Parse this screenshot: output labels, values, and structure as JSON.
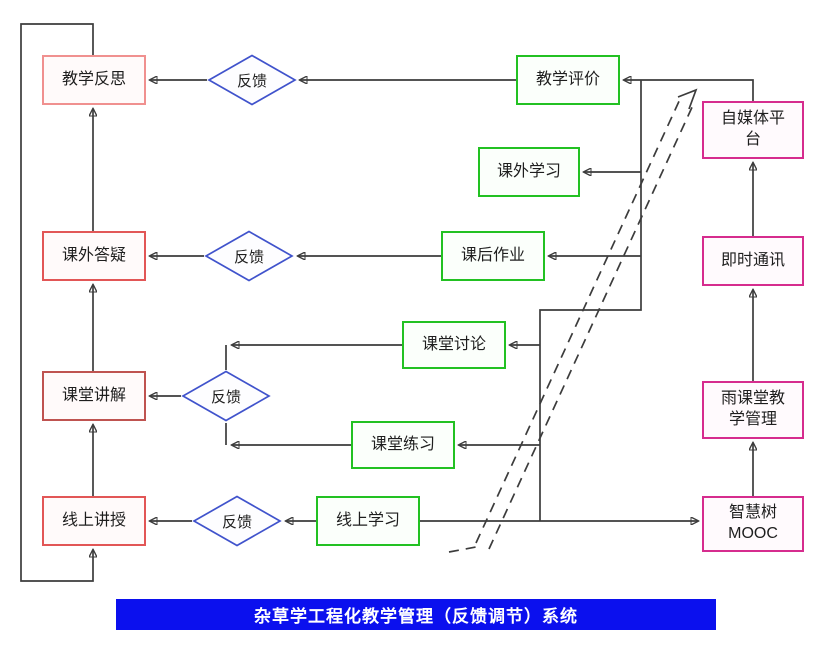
{
  "title_bar": {
    "label": "杂草学工程化教学管理（反馈调节）系统"
  },
  "nodes": {
    "teaching_reflection": {
      "label": "教学反思"
    },
    "after_class_qa": {
      "label": "课外答疑"
    },
    "classroom_lecture": {
      "label": "课堂讲解"
    },
    "online_teaching": {
      "label": "线上讲授"
    },
    "feedback": {
      "label": "反馈"
    },
    "teaching_evaluation": {
      "label": "教学评价"
    },
    "extracurricular_study": {
      "label": "课外学习"
    },
    "homework": {
      "label": "课后作业"
    },
    "class_discussion": {
      "label": "课堂讨论"
    },
    "class_exercise": {
      "label": "课堂练习"
    },
    "online_study": {
      "label": "线上学习"
    },
    "self_media_platform": {
      "label": "自媒体平\n台"
    },
    "instant_messaging": {
      "label": "即时通讯"
    },
    "rain_classroom": {
      "label": "雨课堂教\n学管理"
    },
    "zhihuishu_mooc": {
      "label": "智慧树\nMOOC"
    }
  },
  "colors": {
    "red_light": "#f0908f",
    "red": "#e25656",
    "red_dark": "#bf5350",
    "green": "#22c122",
    "magenta": "#d62c8e",
    "diamond_blue": "#4053cc",
    "wire": "#3c3c3c",
    "title_bg": "#0b10ee",
    "title_fg": "#ffffff"
  }
}
